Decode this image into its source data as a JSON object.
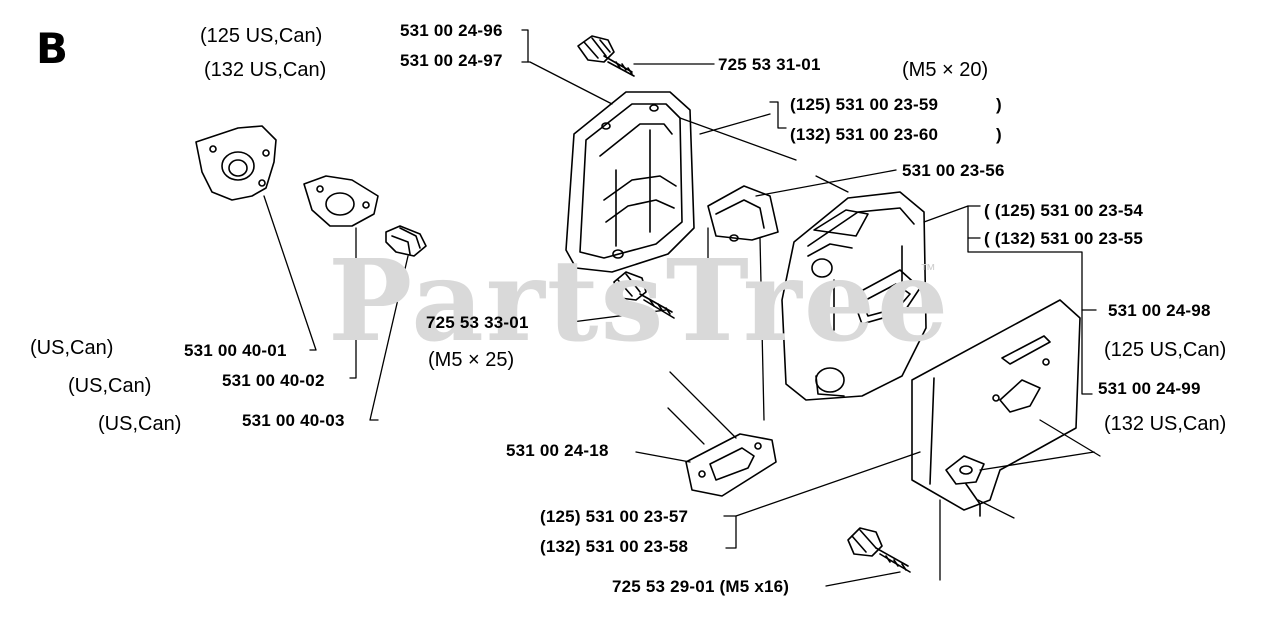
{
  "diagram": {
    "section_letter": "B",
    "watermark": "PartsTree",
    "watermark_tm": "™",
    "labels": {
      "top_note_125": "(125 US,Can)",
      "top_note_132": "(132 US,Can)",
      "pn_531002496": "531 00 24-96",
      "pn_531002497": "531 00 24-97",
      "pn_725533101": "725 53 31-01",
      "note_m5x20": "(M5 × 20)",
      "paren_close_1": ")",
      "paren_close_2": ")",
      "pn_125_531002359": "(125) 531 00 23-59",
      "pn_132_531002360": "(132) 531 00 23-60",
      "pn_531002356": "531 00 23-56",
      "pn_125_531002354": "( (125) 531 00 23-54",
      "pn_132_531002355": "( (132) 531 00 23-55",
      "pn_531002498": "531 00 24-98",
      "note_125_right": "(125 US,Can)",
      "pn_531002499": "531 00 24-99",
      "note_132_right": "(132 US,Can)",
      "note_uscan_1": "(US,Can)",
      "pn_531004001": "531 00 40-01",
      "note_uscan_2": "(US,Can)",
      "pn_531004002": "531 00 40-02",
      "note_uscan_3": "(US,Can)",
      "pn_531004003": "531 00 40-03",
      "pn_725533301": "725 53 33-01",
      "note_m5x25": "(M5 × 25)",
      "pn_531002418": "531 00 24-18",
      "pn_125_531002357": "(125) 531 00 23-57",
      "pn_132_531002358": "(132) 531 00 23-58",
      "pn_725532901": "725 53 29-01 (M5 x16)"
    }
  }
}
